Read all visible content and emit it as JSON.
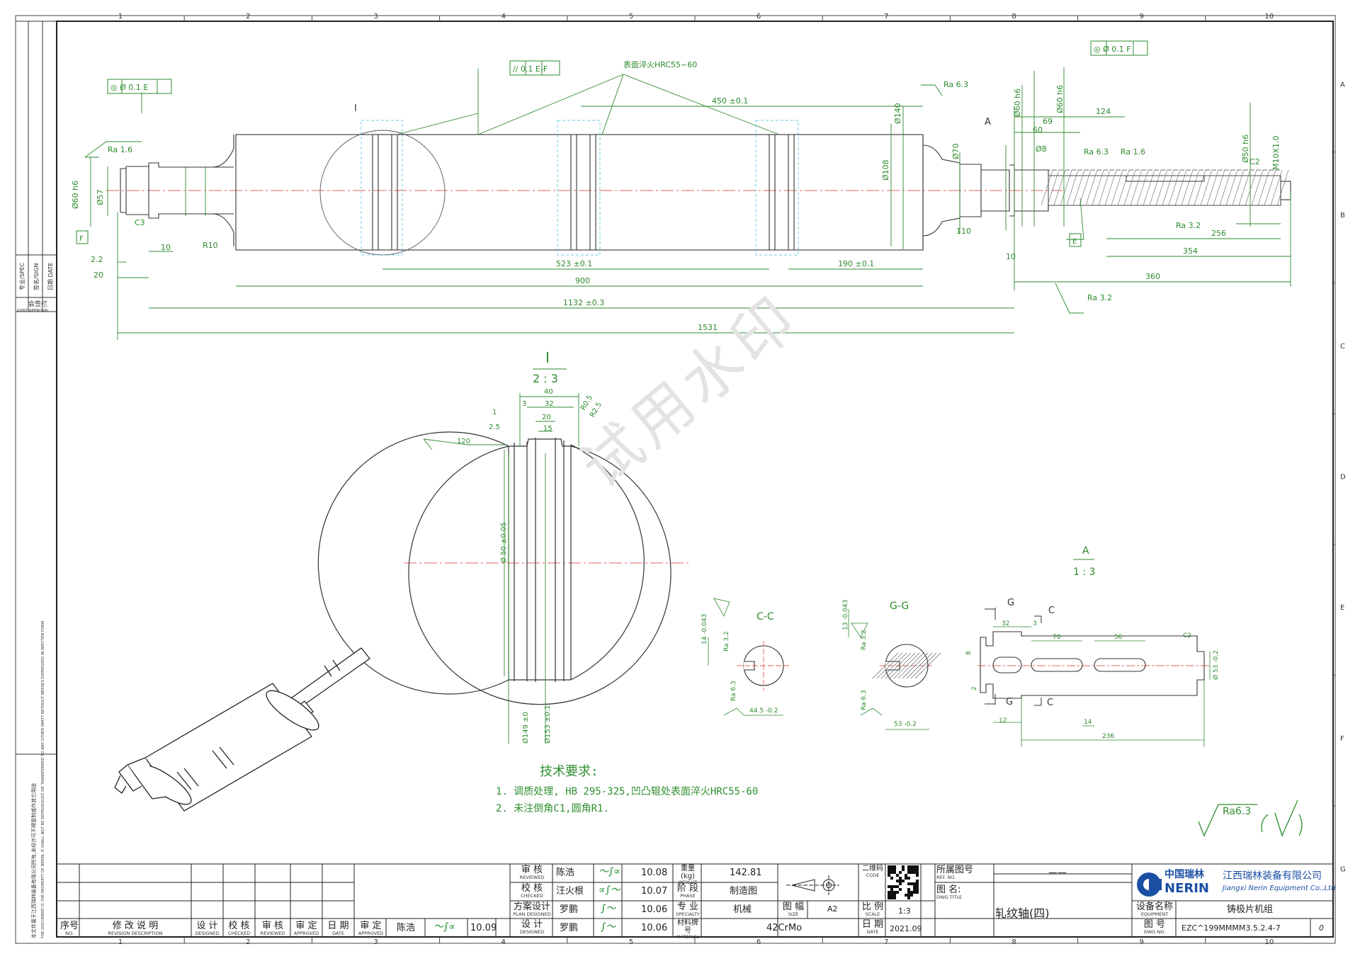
{
  "zones": {
    "columns": [
      "1",
      "2",
      "3",
      "4",
      "5",
      "6",
      "7",
      "8",
      "9",
      "10"
    ],
    "rows": [
      "A",
      "B",
      "C",
      "D",
      "E",
      "F",
      "G"
    ]
  },
  "watermark": "试用水印",
  "main_view": {
    "dims": {
      "d1531": "1531",
      "d1132": "1132 ±0.3",
      "d900": "900",
      "d523": "523 ±0.1",
      "d190": "190 ±0.1",
      "d450": "450 ±0.1",
      "d124": "124",
      "d360": "360",
      "d354": "354",
      "d256": "256",
      "d69": "69",
      "d60": "60",
      "d20": "20",
      "d22": "2.2",
      "d10": "10",
      "d10b": "10",
      "d110": "110",
      "d108": "Ø108",
      "d140": "Ø140",
      "dphi70": "Ø70",
      "dphi60": "Ø60 h6",
      "dphi57": "Ø57",
      "dphi50": "Ø50 h6",
      "dphi8": "Ø8",
      "c3": "C3",
      "c2": "C2",
      "m10": "M10X1.0",
      "ra63": "Ra 6.3",
      "ra16": "Ra 1.6",
      "ra32": "Ra 3.2",
      "r10": "R10",
      "i": "I",
      "a": "A"
    },
    "callouts": {
      "hardening": "表面淬火HRC55~60",
      "gdt_left": "◎ Ø 0.1  E",
      "gdt_top": "// 0.1  E-F",
      "gdt_right": "◎ Ø 0.1  F",
      "datum_e": "E",
      "datum_f": "F"
    }
  },
  "detail_i": {
    "title": "I",
    "scale": "2 : 3",
    "dims": {
      "d40": "40",
      "d32": "32",
      "d20": "20",
      "d15": "15",
      "d3": "3",
      "d1": "1",
      "d25": "2.5",
      "d120": "120",
      "r05": "R0.5",
      "r25": "R2.5",
      "dia": "Ø 50 ±0.05",
      "d149": "Ø149 ±0",
      "d153": "Ø153 ±0.1"
    }
  },
  "section_cc": {
    "title": "C-C",
    "dims": {
      "d14": "14 -0.043",
      "d445": "44.5 -0.2",
      "ra32": "Ra 3.2",
      "ra63": "Ra 6.3"
    }
  },
  "section_gg": {
    "title": "G-G",
    "dims": {
      "d13": "13 -0.043",
      "d53": "53 -0.2",
      "ra32": "Ra 3.2",
      "ra63": "Ra 6.3"
    }
  },
  "view_a": {
    "title": "A",
    "scale": "1 : 3",
    "labels": {
      "g": "G",
      "c": "C"
    },
    "dims": {
      "d32": "32",
      "d3": "3",
      "d70": "70",
      "d56": "56",
      "c2": "C2",
      "d12": "12",
      "d14": "14",
      "d236": "236",
      "d8": "8",
      "d2": "2",
      "phi": "Ø 53 -0.2"
    }
  },
  "notes": {
    "heading": "技术要求:",
    "items": [
      "1.  调质处理, HB 295-325,凹凸辊处表面淬火HRC55-60",
      "2.  未注倒角C1,圆角R1."
    ]
  },
  "roughness_symbol": "Ra6.3",
  "side_strip": {
    "approval": [
      "专业/SPEC",
      "签名/SIGN",
      "日期 DATE"
    ],
    "joint_approval": "会签栏",
    "joint_approval_en": "JOINT APPROVAL",
    "legal_cn": "本文件属于江西瑞林装备有限公司所有,未经许可不得复制或作其它用途",
    "legal_en": "THE DOCUMENT IS THE PROPERTY OF NERIN. IT SHALL NOT BE REPRODUCED OR TRANSFERRED TO ANY OTHER PARTY WITHOUT NERIN'S EXPRESSED IN WRITTEN FORM."
  },
  "title_block": {
    "revision_headers": [
      {
        "cn": "序号",
        "en": "NO."
      },
      {
        "cn": "修 改 说 明",
        "en": "REVISION DESCRIPTION"
      },
      {
        "cn": "设 计",
        "en": "DESIGNED"
      },
      {
        "cn": "校 核",
        "en": "CHECKED"
      },
      {
        "cn": "审 核",
        "en": "REVIEWED"
      },
      {
        "cn": "审 定",
        "en": "APPROVED"
      },
      {
        "cn": "日 期",
        "en": "DATE"
      }
    ],
    "approved": {
      "cn": "审 定",
      "en": "APPROVED",
      "name": "陈浩",
      "date": "10.09"
    },
    "people": [
      {
        "cn": "审 核",
        "en": "REVIEWED",
        "name": "陈浩",
        "date": "10.08"
      },
      {
        "cn": "校 核",
        "en": "CHECKED",
        "name": "汪火根",
        "date": "10.07"
      },
      {
        "cn": "方案设计",
        "en": "PLAN DESIGNED",
        "name": "罗鹏",
        "date": "10.06"
      },
      {
        "cn": "设 计",
        "en": "DESIGNED",
        "name": "罗鹏",
        "date": "10.06"
      }
    ],
    "weight_label": "重量(kg)",
    "weight_en": "WEIGHT",
    "weight": "142.81",
    "phase_label": "阶 段",
    "phase_en": "PHASE",
    "phase": "制造图",
    "specialty_label": "专 业",
    "specialty_en": "SPECIALTY",
    "specialty": "机械",
    "material_label": "材料牌号",
    "material_en": "MATERIAL",
    "material": "42CrMo",
    "qr_label": "二维码",
    "qr_en": "CODE",
    "size_label": "图 幅",
    "size_en": "SIZE",
    "size": "A2",
    "scale_label": "比 例",
    "scale_en": "SCALE",
    "scale": "1:3",
    "date_label": "日 期",
    "date_en": "DATE",
    "date": "2021.09",
    "ref_label": "所属图号",
    "ref_en": "REF. NO.",
    "ref": "——",
    "title_label": "图 名:",
    "title_en": "DWG TITLE",
    "title": "轧纹轴(四)",
    "company_cn": "江西瑞林装备有限公司",
    "company_en": "Jiangxi Nerin Equipment Co.,Ltd",
    "logo_cn": "中国瑞林",
    "logo_en": "NERIN",
    "equipment_label": "设备名称",
    "equipment_en": "EQUIPMENT",
    "equipment": "铸极片机组",
    "dwg_label": "图 号",
    "dwg_en": "DWG.NO.",
    "dwg_no": "EZC^199MMMM3.5.2.4-7",
    "rev": "0"
  }
}
